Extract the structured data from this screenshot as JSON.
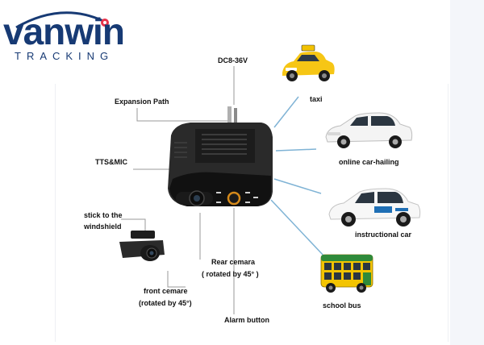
{
  "brand": {
    "name": "vanwin",
    "tagline": "TRACKING",
    "color": "#173a74",
    "accent": "#e8334a"
  },
  "device_labels": {
    "power": "DC8-36V",
    "expansion": "Expansion Path",
    "tts_mic": "TTS&MIC",
    "stick_line1": "stick to the",
    "stick_line2": "windshield",
    "rear_line1": "Rear cemara",
    "rear_line2": "( rotated by 45° )",
    "front_line1": "front cemare",
    "front_line2": "(rotated by 45°)",
    "alarm": "Alarm button"
  },
  "vehicles": [
    {
      "label": "taxi",
      "icon": "taxi-icon"
    },
    {
      "label": "online car-hailing",
      "icon": "white-sedan-icon"
    },
    {
      "label": "instructional car",
      "icon": "driving-school-car-icon"
    },
    {
      "label": "school bus",
      "icon": "school-bus-icon"
    }
  ],
  "connector_color": "#7fb3d5"
}
